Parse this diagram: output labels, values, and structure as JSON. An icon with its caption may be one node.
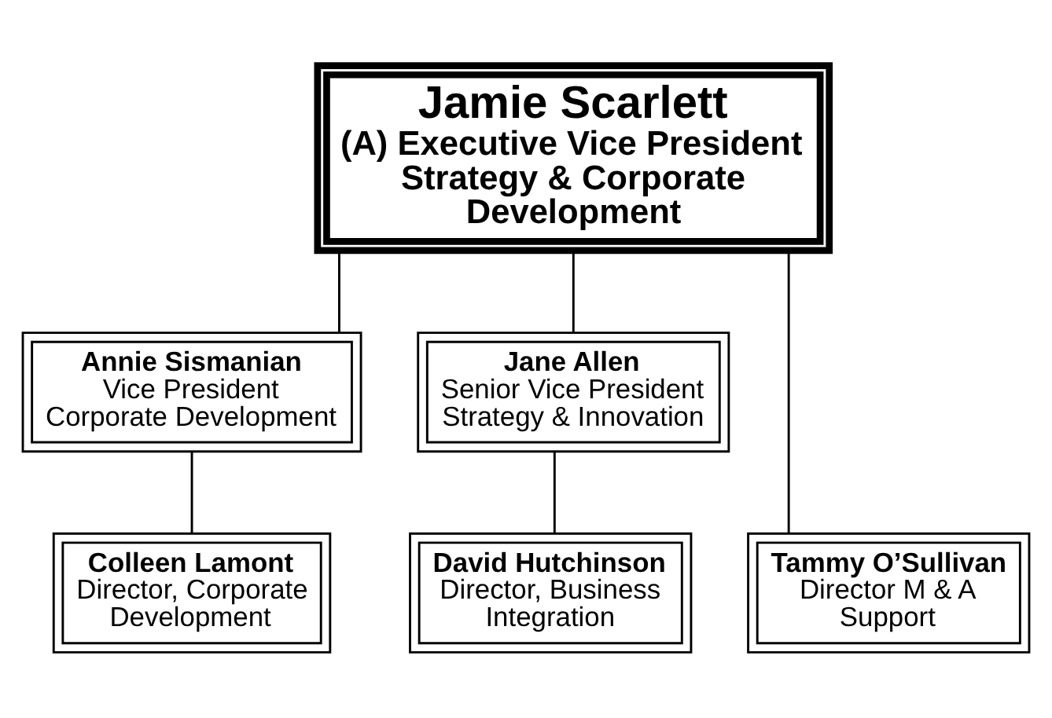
{
  "diagram": {
    "nodes": [
      {
        "text": [
          "Jamie Scarlett",
          "(A) Executive Vice President Strategy & Corporate Development"
        ]
      },
      {
        "text": [
          "Annie Sismanian",
          "Vice President Corporate Development"
        ]
      },
      {
        "text": [
          "Jane Allen",
          "Senior Vice President Strategy & Innovation"
        ]
      },
      {
        "text": [
          "Colleen Lamont",
          "Director, Corporate Development"
        ]
      },
      {
        "text": [
          "David Hutchinson",
          "Director, Business Integration"
        ]
      },
      {
        "text": [
          "Tammy O’Sullivan",
          "Director M & A Support"
        ]
      }
    ],
    "edges": [
      {
        "from": 0,
        "to": 1,
        "arrow": "none"
      },
      {
        "from": 0,
        "to": 2,
        "arrow": "none"
      },
      {
        "from": 0,
        "to": 5,
        "arrow": "none"
      },
      {
        "from": 1,
        "to": 3,
        "arrow": "none"
      },
      {
        "from": 2,
        "to": 4,
        "arrow": "none"
      }
    ]
  }
}
